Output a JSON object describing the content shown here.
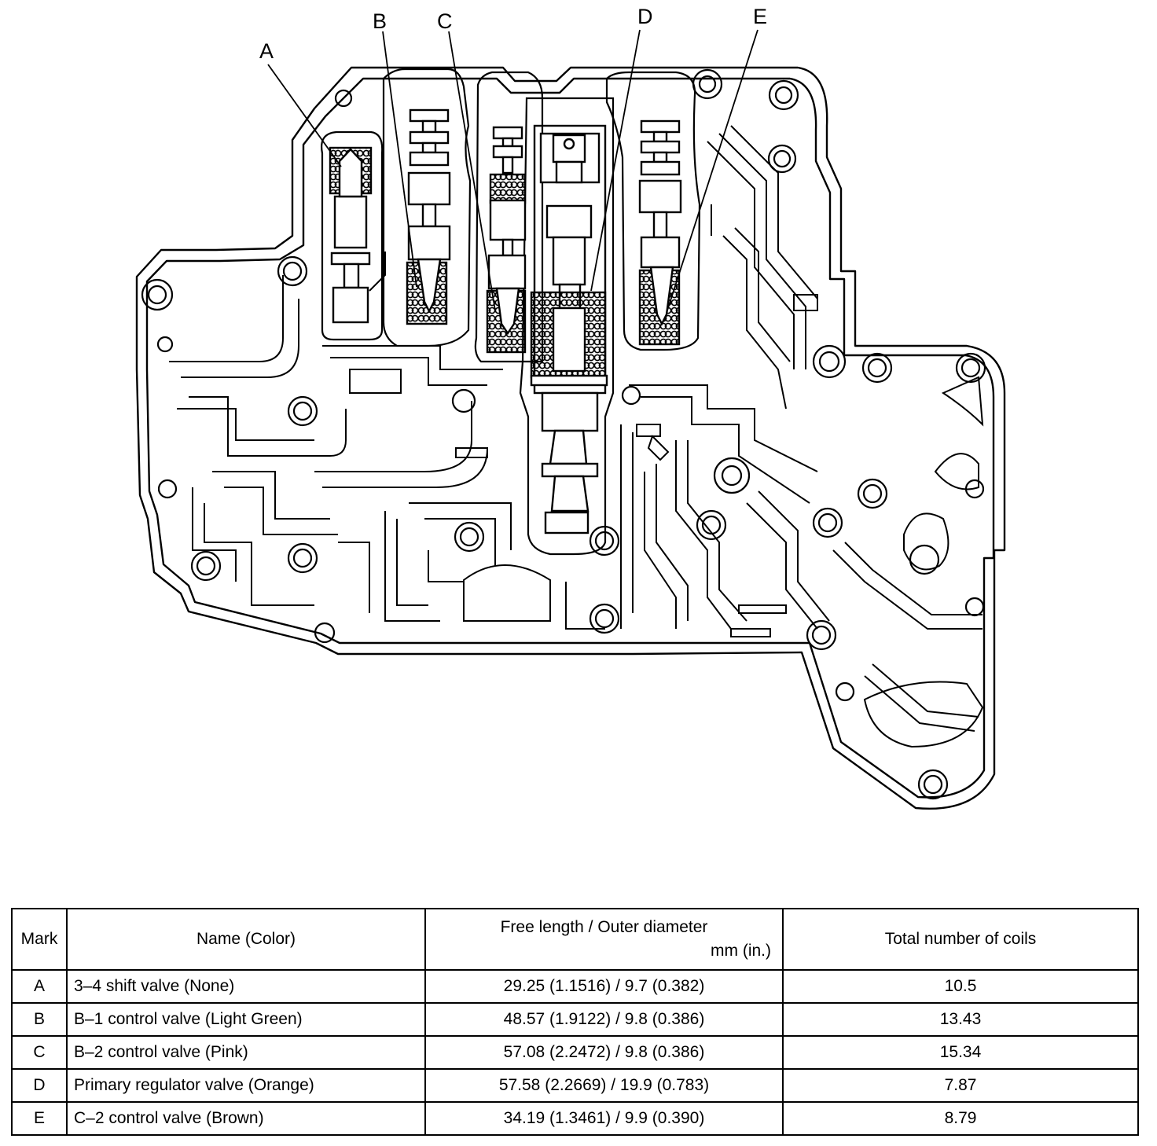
{
  "diagram": {
    "callouts": [
      "A",
      "B",
      "C",
      "D",
      "E"
    ]
  },
  "table": {
    "headers": {
      "mark": "Mark",
      "name": "Name (Color)",
      "spec_line1": "Free length / Outer diameter",
      "spec_line2": "mm (in.)",
      "coils": "Total number of coils"
    },
    "rows": [
      {
        "mark": "A",
        "name": "3–4 shift valve (None)",
        "spec": "29.25 (1.1516) / 9.7 (0.382)",
        "coils": "10.5"
      },
      {
        "mark": "B",
        "name": "B–1 control valve (Light Green)",
        "spec": "48.57 (1.9122) / 9.8 (0.386)",
        "coils": "13.43"
      },
      {
        "mark": "C",
        "name": "B–2 control valve (Pink)",
        "spec": "57.08 (2.2472) / 9.8 (0.386)",
        "coils": "15.34"
      },
      {
        "mark": "D",
        "name": "Primary regulator valve (Orange)",
        "spec": "57.58 (2.2669) / 19.9 (0.783)",
        "coils": "7.87"
      },
      {
        "mark": "E",
        "name": "C–2 control valve (Brown)",
        "spec": "34.19 (1.3461) / 9.9 (0.390)",
        "coils": "8.79"
      }
    ]
  }
}
